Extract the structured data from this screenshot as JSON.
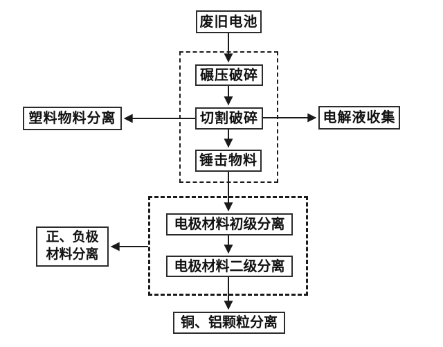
{
  "diagram": {
    "nodes": {
      "waste_battery": "废旧电池",
      "roll_crush": "碾压破碎",
      "cut_crush": "切割破碎",
      "hammer_material": "锤击物料",
      "plastic_separation": "塑料物料分离",
      "electrolyte_collection": "电解液收集",
      "primary_separation": "电极材料初级分离",
      "secondary_separation": "电极材料二级分离",
      "pos_neg_separation": "正、负极\n材料分离",
      "cu_al_separation": "铜、铝颗粒分离"
    },
    "groups": [
      {
        "name": "crushing-group",
        "contains": [
          "roll_crush",
          "cut_crush",
          "hammer_material"
        ]
      },
      {
        "name": "electrode-separation-group",
        "contains": [
          "primary_separation",
          "secondary_separation"
        ]
      }
    ],
    "edges": [
      {
        "from": "waste_battery",
        "to": "roll_crush"
      },
      {
        "from": "roll_crush",
        "to": "cut_crush"
      },
      {
        "from": "cut_crush",
        "to": "plastic_separation"
      },
      {
        "from": "cut_crush",
        "to": "electrolyte_collection"
      },
      {
        "from": "cut_crush",
        "to": "hammer_material"
      },
      {
        "from": "hammer_material",
        "to": "primary_separation"
      },
      {
        "from": "primary_separation",
        "to": "secondary_separation"
      },
      {
        "from": "electrode-separation-group",
        "to": "pos_neg_separation"
      },
      {
        "from": "secondary_separation",
        "to": "cu_al_separation"
      }
    ],
    "colors": {
      "line": "#1a1a1a",
      "box_border": "#2b2b2b",
      "box_fill": "#ffffff",
      "text": "#111111",
      "background": "#ffffff"
    }
  }
}
